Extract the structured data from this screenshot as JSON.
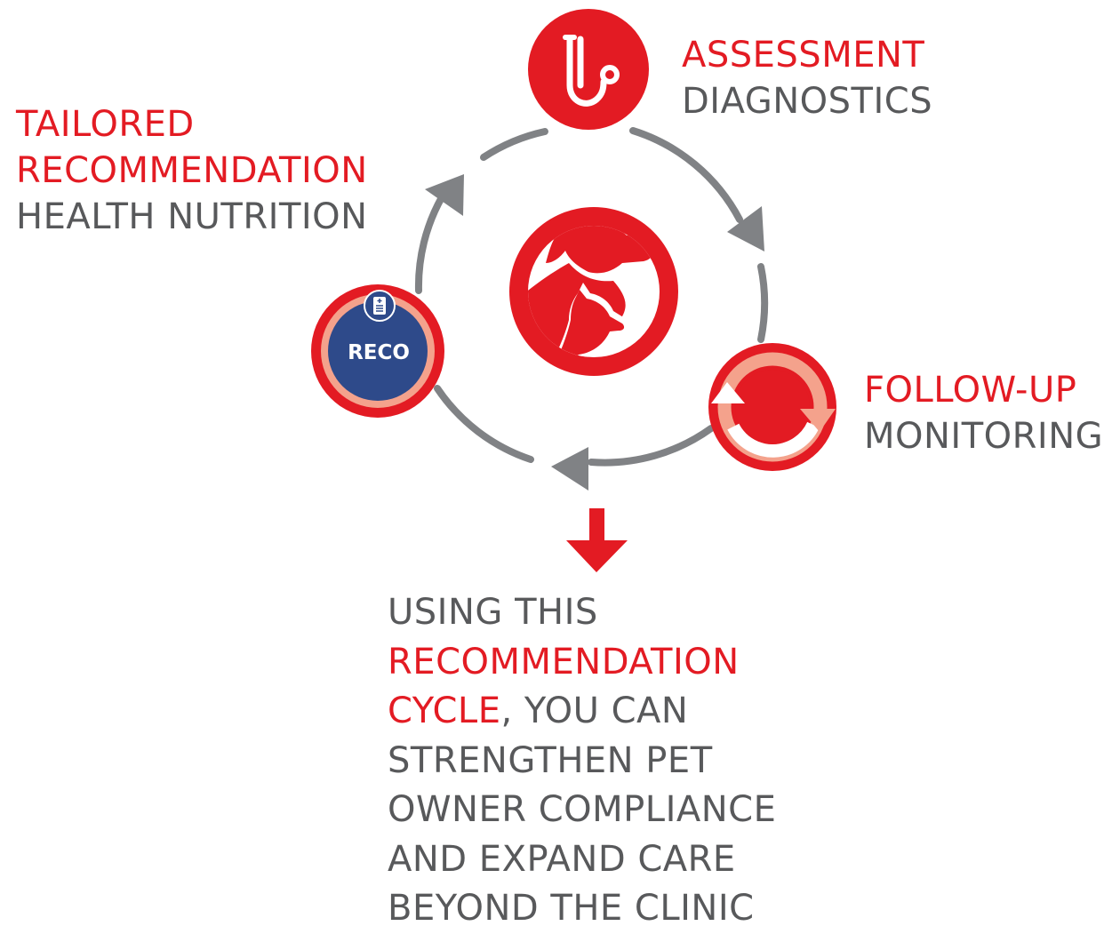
{
  "colors": {
    "brand_red": "#e31b23",
    "arrow_gray": "#808285",
    "text_gray": "#58595b",
    "reco_blue": "#2e4a8a",
    "salmon": "#f4a28c"
  },
  "icons": {
    "assessment": "stethoscope-icon",
    "center": "dog-and-cat-icon",
    "follow_up": "refresh-cycle-icon",
    "reco": "clipboard-icon",
    "bottom": "arrow-down-icon"
  },
  "steps": {
    "assessment": {
      "title": "ASSESSMENT",
      "subtitle": "DIAGNOSTICS"
    },
    "follow_up": {
      "title": "FOLLOW-UP",
      "subtitle": "MONITORING"
    },
    "tailored": {
      "title_line1": "TAILORED",
      "title_line2": "RECOMMENDATION",
      "subtitle": "HEALTH NUTRITION"
    },
    "reco_badge": "RECO"
  },
  "summary": {
    "line1": "USING THIS",
    "line2_red": "RECOMMENDATION",
    "line3_red": "CYCLE",
    "line3_rest": ", YOU CAN",
    "line4": "STRENGTHEN PET",
    "line5": "OWNER COMPLIANCE",
    "line6": "AND EXPAND CARE",
    "line7": "BEYOND THE CLINIC"
  }
}
